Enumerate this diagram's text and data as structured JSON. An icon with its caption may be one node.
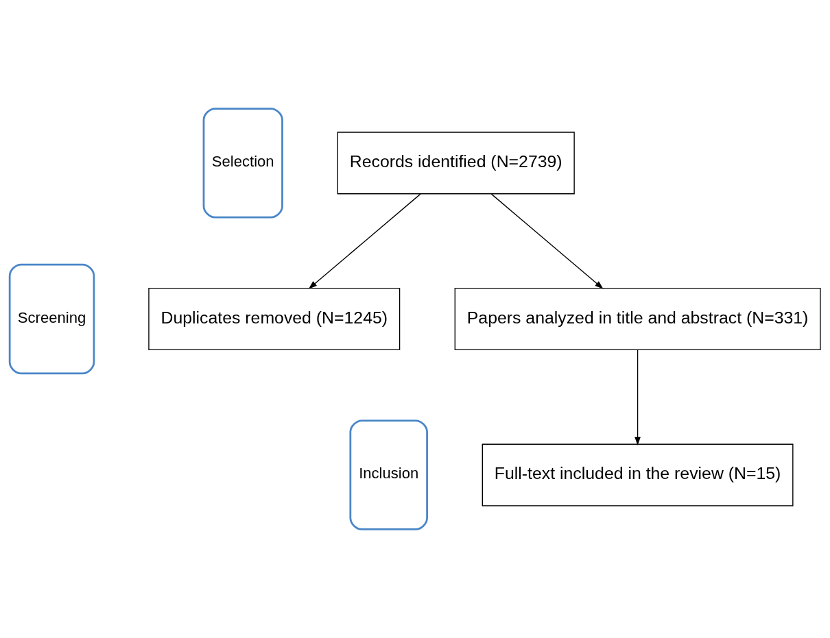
{
  "diagram": {
    "nodes": [
      {
        "text": [
          "Selection"
        ]
      },
      {
        "text": [
          "Screening"
        ]
      },
      {
        "text": [
          "Inclusion"
        ]
      },
      {
        "text": [
          "Records identified (N=2739)"
        ]
      },
      {
        "text": [
          "Duplicates removed (N=1245)"
        ]
      },
      {
        "text": [
          "Papers analyzed in title and abstract (N=331)"
        ]
      },
      {
        "text": [
          "Full-text included in the review (N=15)"
        ]
      }
    ],
    "edges": [
      {
        "from": 3,
        "to": 4,
        "arrow": "to"
      },
      {
        "from": 3,
        "to": 5,
        "arrow": "to"
      },
      {
        "from": 5,
        "to": 6,
        "arrow": "to"
      }
    ]
  }
}
